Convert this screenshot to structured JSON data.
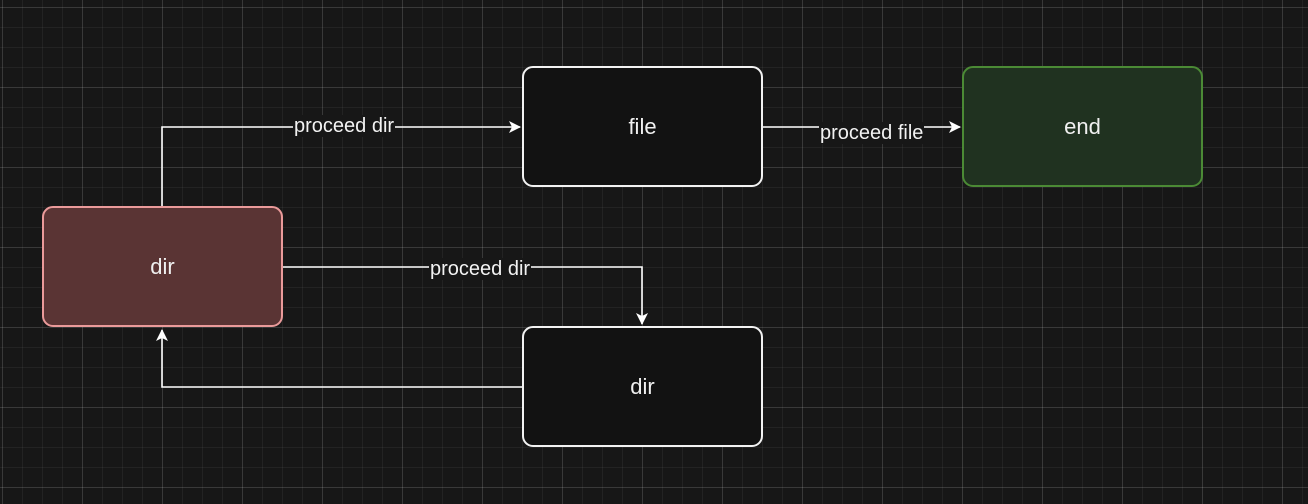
{
  "nodes": {
    "dir_start": {
      "label": "dir"
    },
    "file": {
      "label": "file"
    },
    "end": {
      "label": "end"
    },
    "dir_bottom": {
      "label": "dir"
    }
  },
  "edges": {
    "dir_to_file": {
      "label": "proceed dir"
    },
    "file_to_end": {
      "label": "proceed file"
    },
    "dir_to_dir": {
      "label": "proceed dir"
    },
    "dir_back": {
      "label": ""
    }
  },
  "colors": {
    "background": "#171717",
    "dir_start_fill": "#5a3434",
    "dir_start_stroke": "#ea9a9a",
    "end_fill": "#203220",
    "end_stroke": "#4b8a35",
    "default_fill": "#121212",
    "default_stroke": "#f2f2f2",
    "edge": "#ffffff"
  }
}
